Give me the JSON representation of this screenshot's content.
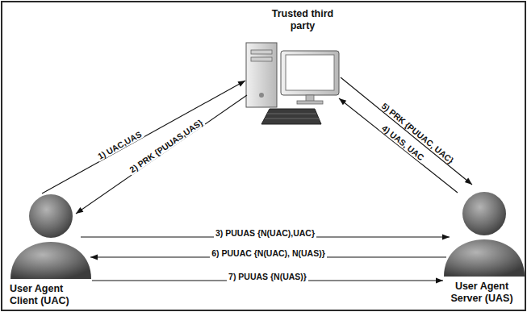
{
  "diagram": {
    "nodes": [
      {
        "text": [
          "Trusted third party"
        ]
      },
      {
        "text": [
          "User Agent Client (UAC)"
        ]
      },
      {
        "text": [
          "User Agent Server (UAS)"
        ]
      }
    ],
    "edges": [
      {
        "from": 1,
        "to": 0,
        "arrow": "to",
        "label": "1) UAC,UAS"
      },
      {
        "from": 0,
        "to": 1,
        "arrow": "to",
        "label": "2) PRK {PUUAS,UAS}"
      },
      {
        "from": 1,
        "to": 2,
        "arrow": "to",
        "label": "3) PUUAS {N(UAC),UAC}"
      },
      {
        "from": 2,
        "to": 0,
        "arrow": "to",
        "label": "4) UAS, UAC"
      },
      {
        "from": 0,
        "to": 2,
        "arrow": "to",
        "label": "5) PRK {PUUAC, UAC}"
      },
      {
        "from": 2,
        "to": 1,
        "arrow": "to",
        "label": "6) PUUAC {N(UAC), N(UAS)}"
      },
      {
        "from": 1,
        "to": 2,
        "arrow": "to",
        "label": "7) PUUAS {N(UAS)}"
      }
    ]
  }
}
